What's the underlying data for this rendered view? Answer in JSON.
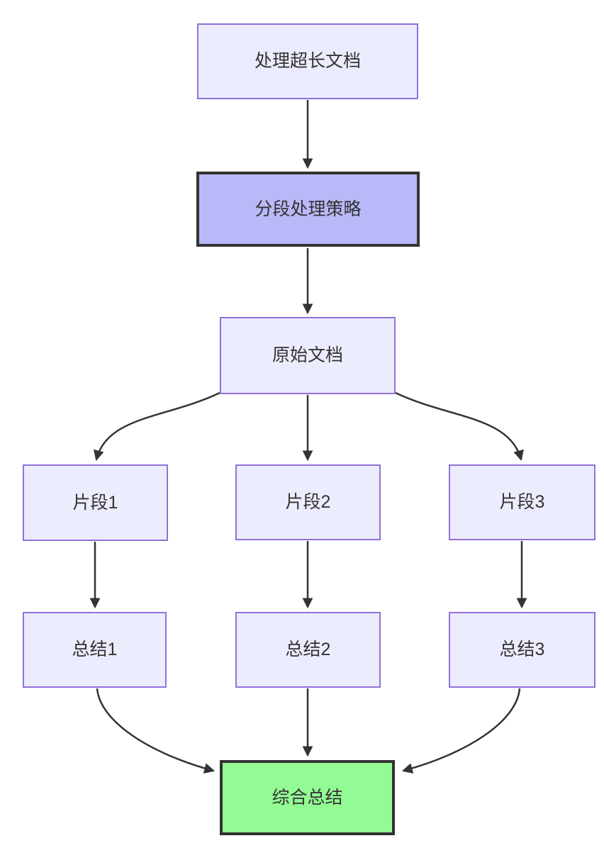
{
  "diagram": {
    "type": "flowchart",
    "direction": "top-down",
    "background": "#FFFFFF",
    "colors": {
      "default_node_fill": "#ECECFF",
      "default_node_border": "#9370DB",
      "strategy_node_fill": "#B9B9F9",
      "strategy_node_border": "#333333",
      "summary_node_fill": "#94FA94",
      "summary_node_border": "#333333",
      "edge_stroke": "#333333",
      "text": "#333333"
    },
    "nodes": [
      {
        "id": "A",
        "label": "处理超长文档",
        "style": "default"
      },
      {
        "id": "B",
        "label": "分段处理策略",
        "style": "strategy"
      },
      {
        "id": "C",
        "label": "原始文档",
        "style": "default"
      },
      {
        "id": "D1",
        "label": "片段1",
        "style": "default"
      },
      {
        "id": "D2",
        "label": "片段2",
        "style": "default"
      },
      {
        "id": "D3",
        "label": "片段3",
        "style": "default"
      },
      {
        "id": "E1",
        "label": "总结1",
        "style": "default"
      },
      {
        "id": "E2",
        "label": "总结2",
        "style": "default"
      },
      {
        "id": "E3",
        "label": "总结3",
        "style": "default"
      },
      {
        "id": "F",
        "label": "综合总结",
        "style": "summary"
      }
    ],
    "edges": [
      {
        "from": "A",
        "to": "B"
      },
      {
        "from": "B",
        "to": "C"
      },
      {
        "from": "C",
        "to": "D1"
      },
      {
        "from": "C",
        "to": "D2"
      },
      {
        "from": "C",
        "to": "D3"
      },
      {
        "from": "D1",
        "to": "E1"
      },
      {
        "from": "D2",
        "to": "E2"
      },
      {
        "from": "D3",
        "to": "E3"
      },
      {
        "from": "E1",
        "to": "F"
      },
      {
        "from": "E2",
        "to": "F"
      },
      {
        "from": "E3",
        "to": "F"
      }
    ]
  }
}
